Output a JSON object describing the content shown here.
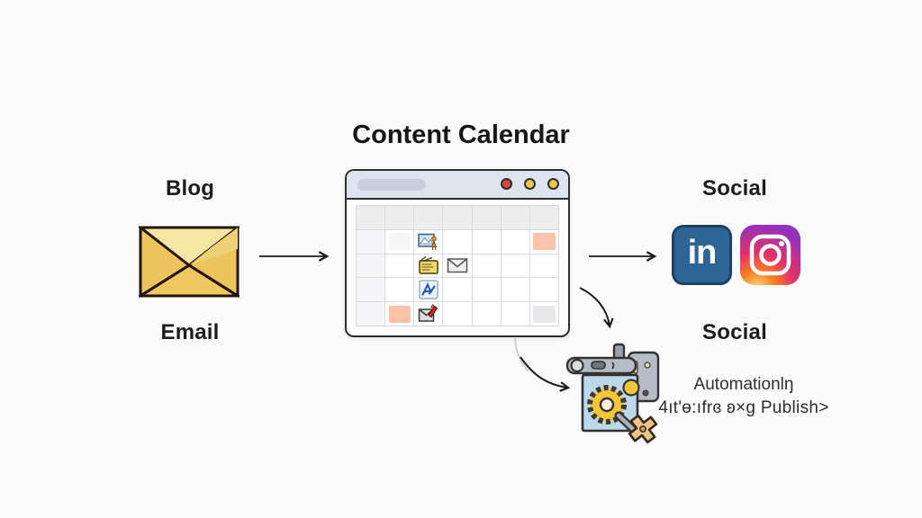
{
  "title": "Content Calendar",
  "source": {
    "top_label": "Blog",
    "bottom_label": "Email",
    "icon": "envelope-icon",
    "envelope_color": "#ecc55c"
  },
  "calendar": {
    "title": "Content Calendar",
    "window_controls": [
      "#d8453c",
      "#eac64b",
      "#eac64b"
    ],
    "grid": {
      "columns": 7,
      "rows": 5
    },
    "events": [
      {
        "row": 2,
        "col": 2,
        "type": "tint"
      },
      {
        "row": 2,
        "col": 3,
        "type": "icon",
        "icon": "photo-post-icon"
      },
      {
        "row": 2,
        "col": 7,
        "type": "highlight-salmon"
      },
      {
        "row": 3,
        "col": 3,
        "type": "icon",
        "icon": "note-card-icon"
      },
      {
        "row": 3,
        "col": 4,
        "type": "icon",
        "icon": "mail-icon"
      },
      {
        "row": 4,
        "col": 3,
        "type": "icon",
        "icon": "analytics-icon"
      },
      {
        "row": 5,
        "col": 2,
        "type": "highlight-salmon"
      },
      {
        "row": 5,
        "col": 3,
        "type": "icon",
        "icon": "mail-edit-icon"
      },
      {
        "row": 5,
        "col": 7,
        "type": "highlight-grey"
      }
    ]
  },
  "social": {
    "top_label": "Social",
    "bottom_label": "Social",
    "linkedin_label": "in",
    "platforms": [
      "LinkedIn",
      "Instagram"
    ]
  },
  "automation": {
    "line1": "Automationlŋ",
    "line2": "4ıt'ɵ:ıfrɞ ʚ×g Publish>",
    "gear_color": "#f2c53d"
  }
}
